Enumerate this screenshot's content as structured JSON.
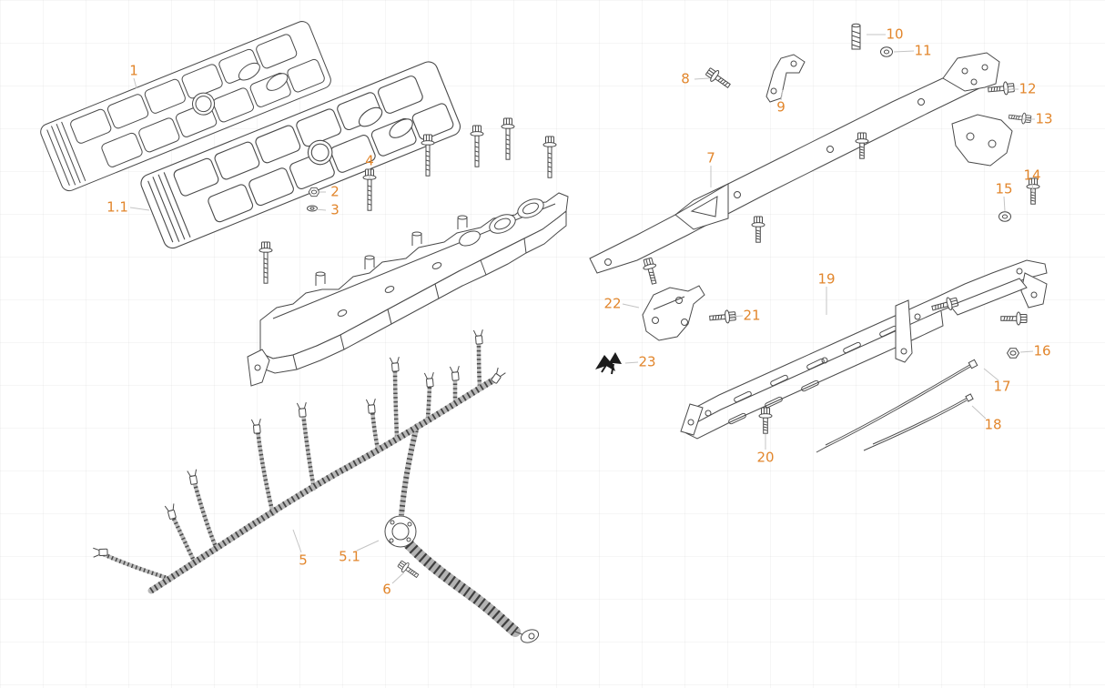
{
  "meta": {
    "background_color": "#ffffff",
    "grid_color": "#ededed",
    "callout_color": "#e2862c",
    "line_color": "#4a4a4a"
  },
  "callouts": [
    {
      "id": "1",
      "label": "1"
    },
    {
      "id": "1.1",
      "label": "1.1"
    },
    {
      "id": "2",
      "label": "2"
    },
    {
      "id": "3",
      "label": "3"
    },
    {
      "id": "4",
      "label": "4"
    },
    {
      "id": "5",
      "label": "5"
    },
    {
      "id": "5.1",
      "label": "5.1"
    },
    {
      "id": "6",
      "label": "6"
    },
    {
      "id": "7",
      "label": "7"
    },
    {
      "id": "8",
      "label": "8"
    },
    {
      "id": "9",
      "label": "9"
    },
    {
      "id": "10",
      "label": "10"
    },
    {
      "id": "11",
      "label": "11"
    },
    {
      "id": "12",
      "label": "12"
    },
    {
      "id": "13",
      "label": "13"
    },
    {
      "id": "14",
      "label": "14"
    },
    {
      "id": "15",
      "label": "15"
    },
    {
      "id": "16",
      "label": "16"
    },
    {
      "id": "17",
      "label": "17"
    },
    {
      "id": "18",
      "label": "18"
    },
    {
      "id": "19",
      "label": "19"
    },
    {
      "id": "20",
      "label": "20"
    },
    {
      "id": "21",
      "label": "21"
    },
    {
      "id": "22",
      "label": "22"
    },
    {
      "id": "23",
      "label": "23"
    }
  ]
}
